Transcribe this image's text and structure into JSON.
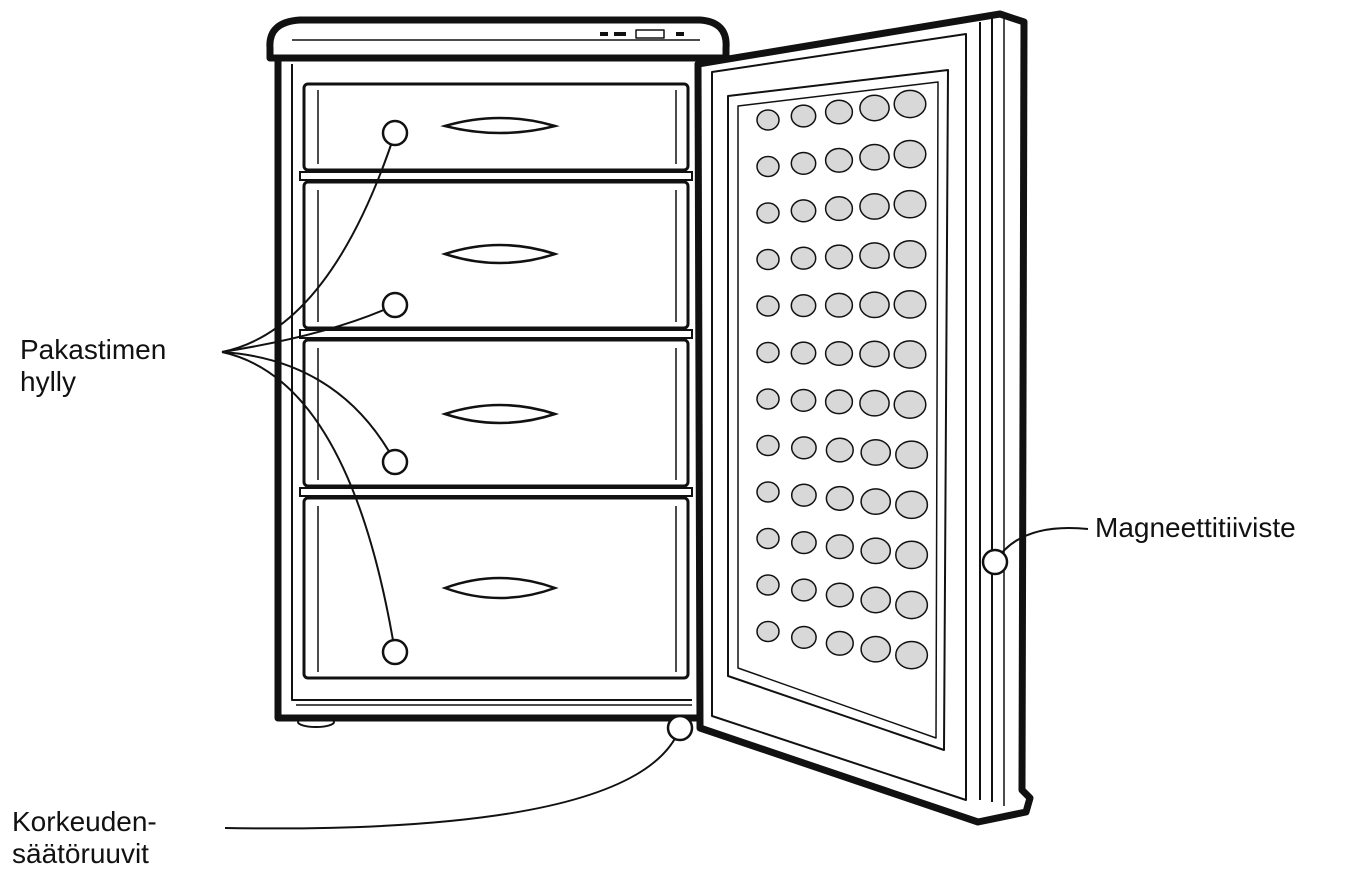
{
  "labels": {
    "shelf": {
      "line1": "Pakastimen",
      "line2": "hylly"
    },
    "seal": "Magneettitiiviste",
    "screws": {
      "line1": "Korkeuden-",
      "line2": "säätöruuvit"
    }
  },
  "colors": {
    "line": "#111111",
    "dimple": "#d8d8d8",
    "background": "#ffffff"
  }
}
